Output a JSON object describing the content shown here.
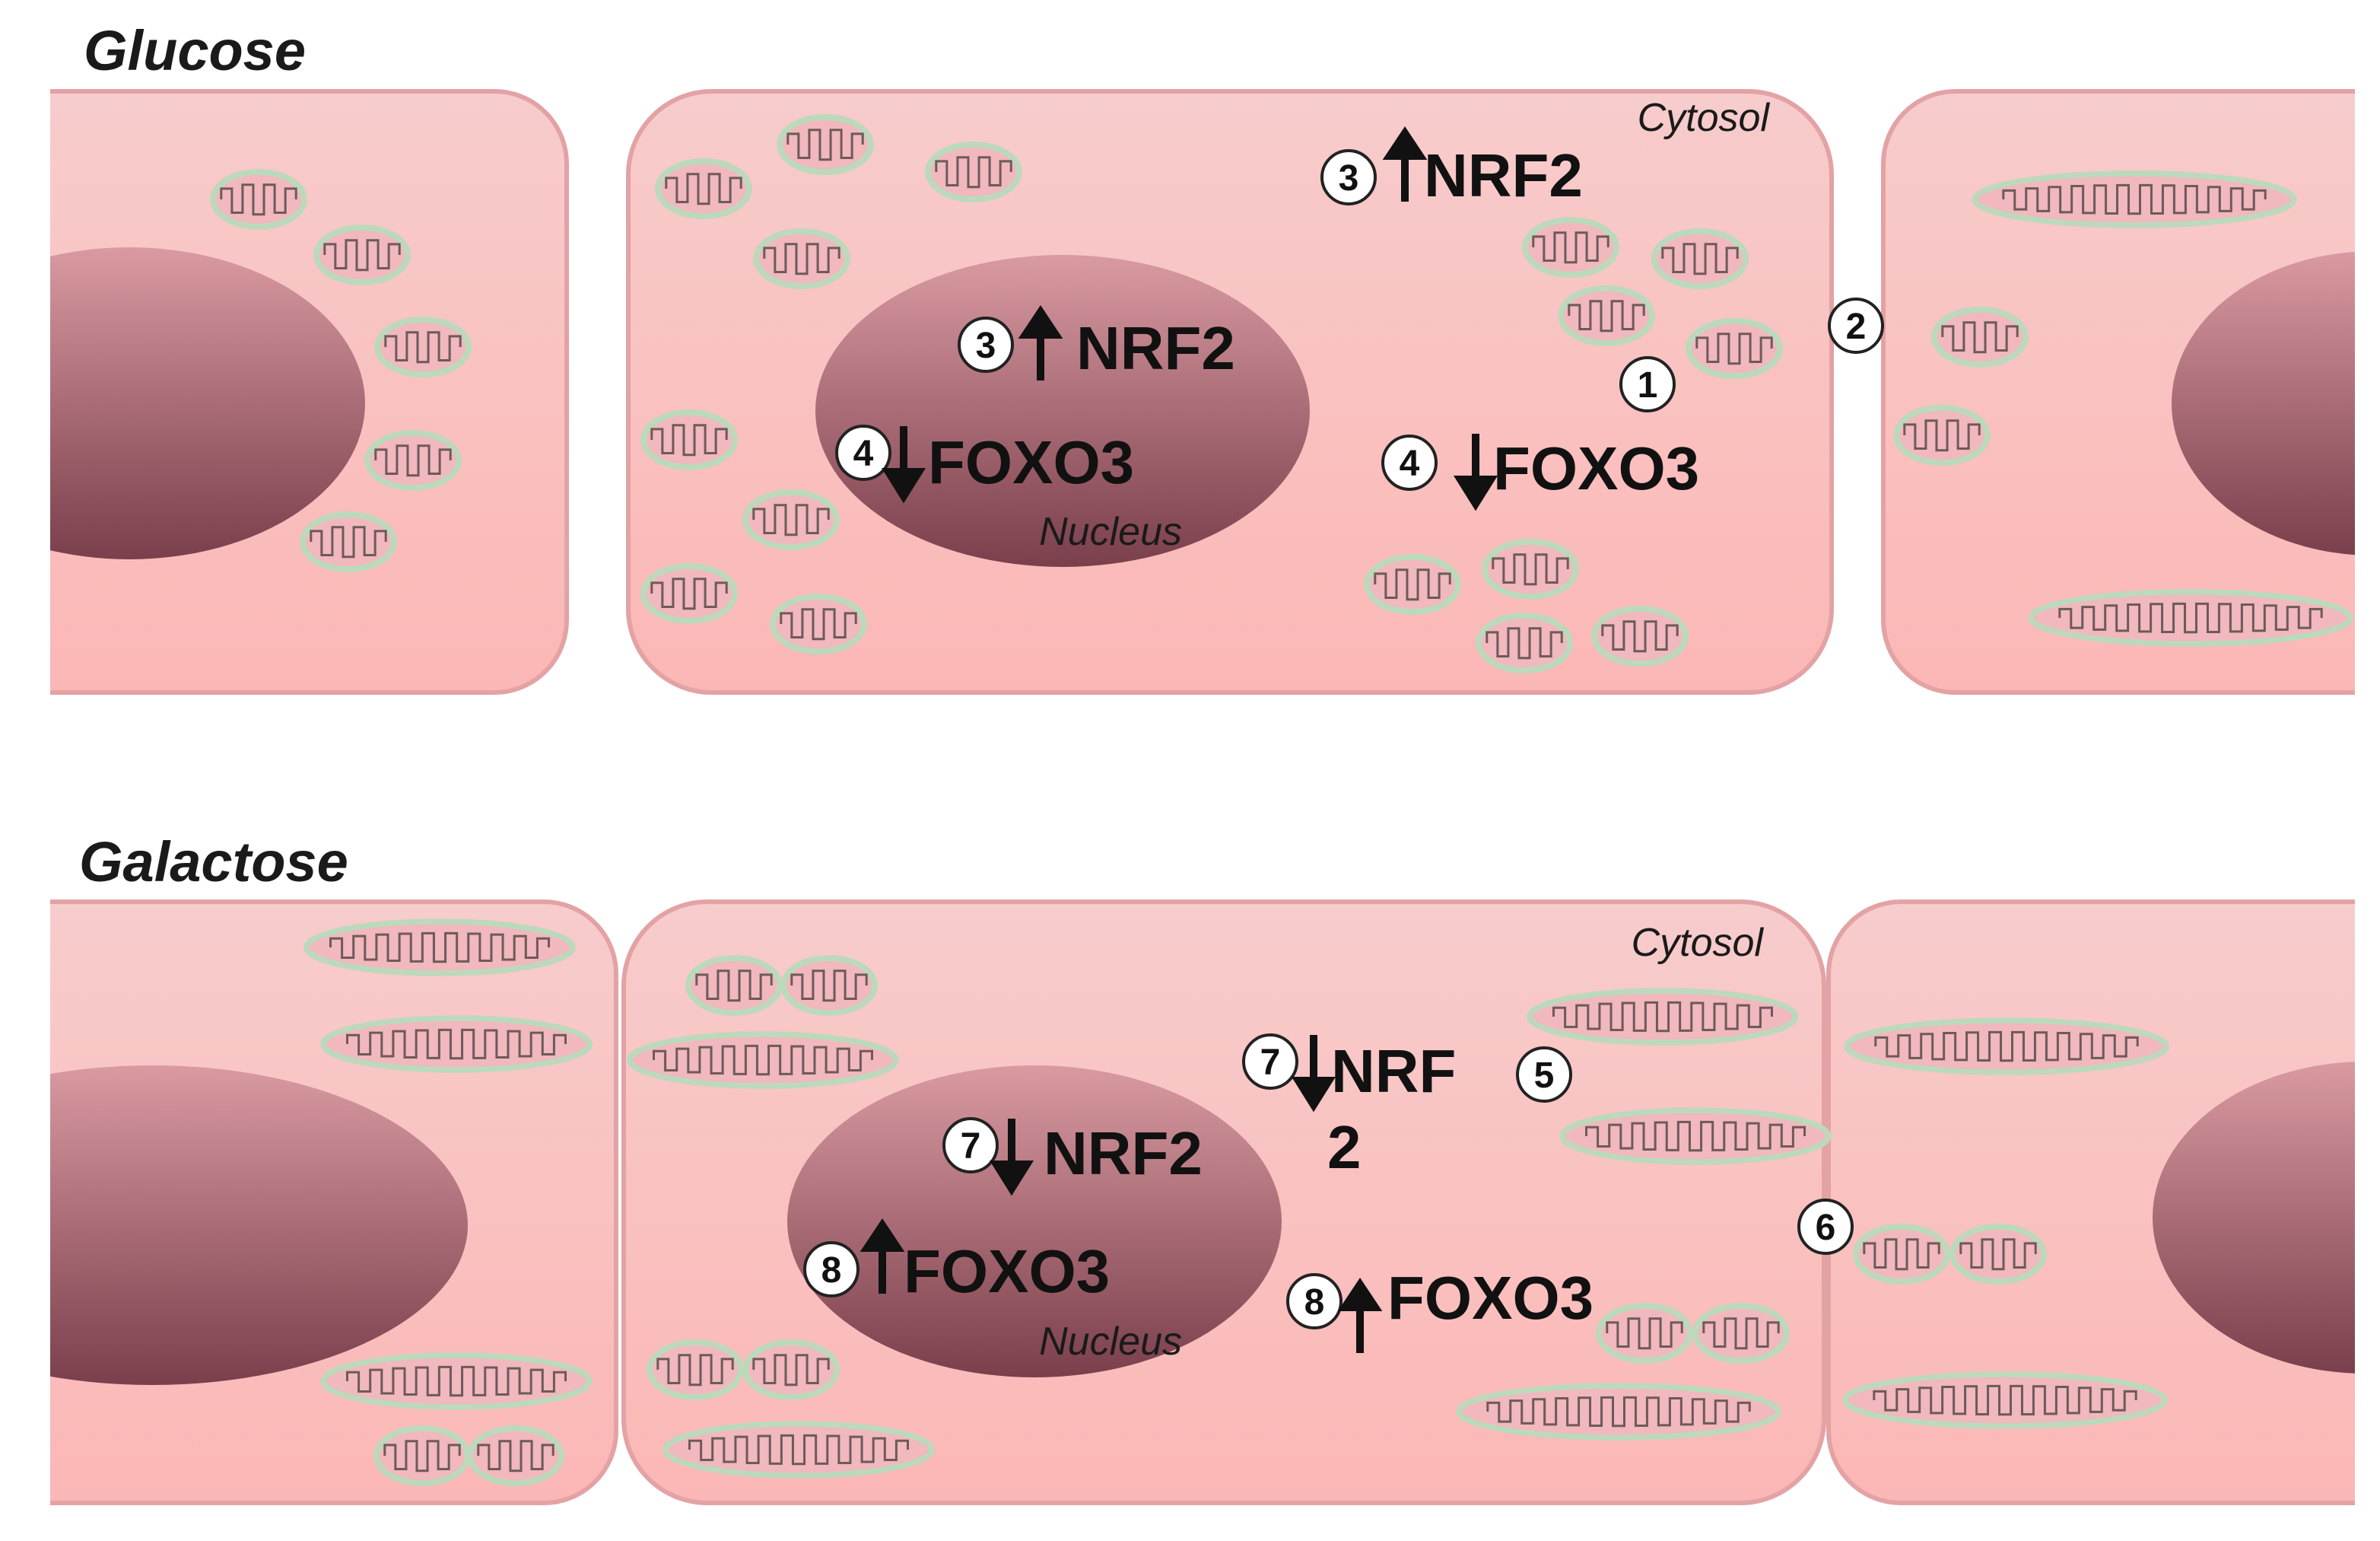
{
  "colors": {
    "cell_top": "#f7cccc",
    "cell_bottom": "#fbb7b5",
    "cell_stroke": "#e3a2a4",
    "nucleus_top": "#d99aa1",
    "nucleus_bottom": "#7a3f4c",
    "mito_fill": "#f1b8be",
    "mito_edge": "#bcd9bc",
    "mito_crista": "#6e5a5a",
    "text": "#111111"
  },
  "panels": [
    {
      "title": "Glucose",
      "cytosol_label": "Cytosol",
      "nucleus_label": "Nucleus",
      "mitochondria_shape": "fragmented",
      "factors": [
        {
          "badge": "3",
          "arrow": "up",
          "name": "NRF2",
          "location": "nucleus"
        },
        {
          "badge": "4",
          "arrow": "down",
          "name": "FOXO3",
          "location": "nucleus"
        },
        {
          "badge": "3",
          "arrow": "up",
          "name": "NRF2",
          "location": "cytosol"
        },
        {
          "badge": "4",
          "arrow": "down",
          "name": "FOXO3",
          "location": "cytosol"
        }
      ],
      "markers": [
        "1",
        "2"
      ]
    },
    {
      "title": "Galactose",
      "cytosol_label": "Cytosol",
      "nucleus_label": "Nucleus",
      "mitochondria_shape": "elongated",
      "factors": [
        {
          "badge": "7",
          "arrow": "down",
          "name": "NRF2",
          "location": "nucleus"
        },
        {
          "badge": "8",
          "arrow": "up",
          "name": "FOXO3",
          "location": "nucleus"
        },
        {
          "badge": "7",
          "arrow": "down",
          "name": "NRF",
          "name_line2": "2",
          "location": "cytosol"
        },
        {
          "badge": "8",
          "arrow": "up",
          "name": "FOXO3",
          "location": "cytosol"
        }
      ],
      "markers": [
        "5",
        "6"
      ]
    }
  ]
}
